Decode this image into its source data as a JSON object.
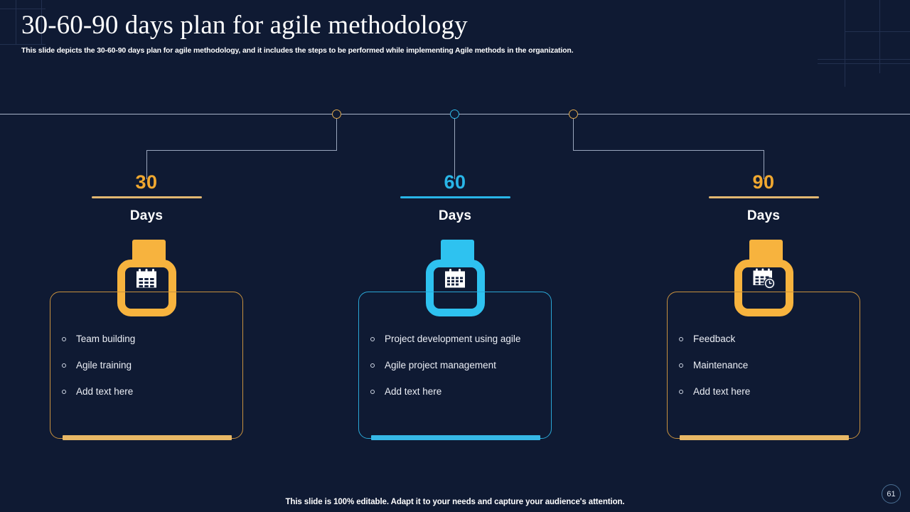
{
  "theme": {
    "background": "#0f1a33",
    "gold": "#f0a830",
    "gold_light": "#e8b866",
    "blue": "#29b6e8",
    "white": "#ffffff",
    "rail": "#a9b4c9"
  },
  "header": {
    "title": "30-60-90 days plan for agile methodology",
    "subtitle": "This slide depicts the 30-60-90 days plan for agile methodology, and it includes the steps to be performed while implementing Agile methods in the organization."
  },
  "timeline": {
    "nodes": [
      {
        "name": "node-30",
        "accent": "gold"
      },
      {
        "name": "node-60",
        "accent": "blue"
      },
      {
        "name": "node-90",
        "accent": "gold"
      }
    ]
  },
  "columns": [
    {
      "number": "30",
      "days_label": "Days",
      "accent": "gold",
      "number_color": "#f0a830",
      "rule_color": "#e2b771",
      "icon": "calendar-icon",
      "items": [
        "Team building",
        "Agile training",
        "Add text here"
      ]
    },
    {
      "number": "60",
      "days_label": "Days",
      "accent": "blue",
      "number_color": "#29b6e8",
      "rule_color": "#29b6e8",
      "icon": "calendar-icon",
      "items": [
        "Project development using agile",
        "Agile project management",
        "Add text here"
      ]
    },
    {
      "number": "90",
      "days_label": "Days",
      "accent": "gold",
      "number_color": "#f0a830",
      "rule_color": "#e2b771",
      "icon": "calendar-clock-icon",
      "items": [
        "Feedback",
        "Maintenance",
        "Add text here"
      ]
    }
  ],
  "footer": {
    "note": "This slide is 100% editable. Adapt it to your needs and capture your audience's attention.",
    "page_number": "61"
  }
}
